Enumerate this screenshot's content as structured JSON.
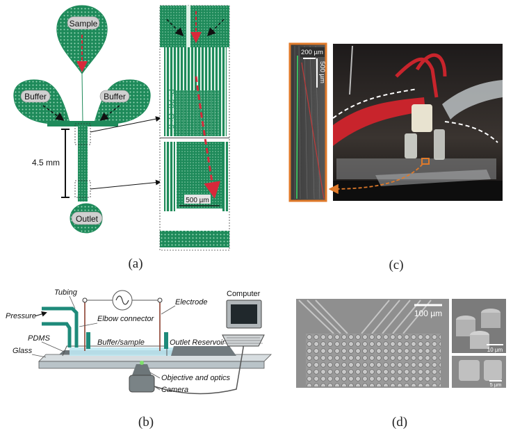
{
  "panel_a": {
    "labels": {
      "sample": "Sample",
      "buffer_left": "Buffer",
      "buffer_right": "Buffer",
      "outlet": "Outlet"
    },
    "length": "4.5 mm",
    "zoom_text": "P: 20. G: 6",
    "scale": "500 µm",
    "caption": "(a)"
  },
  "panel_b": {
    "labels": {
      "tubing": "Tubing",
      "pressure": "Pressure",
      "elbow": "Elbow connector",
      "electrode": "Electrode",
      "computer": "Computer",
      "pdms": "PDMS",
      "buffer_sample": "Buffer/sample",
      "outlet_reservoir": "Outlet Reservoir",
      "glass": "Glass",
      "objective": "Objective and optics",
      "camera": "Camera"
    },
    "caption": "(b)"
  },
  "panel_c": {
    "scale_h": "200 µm",
    "scale_v": "500 µm",
    "caption": "(c)"
  },
  "panel_d": {
    "scale_main": "100 µm",
    "scale_top": "10 µm",
    "scale_bottom": "5 µm",
    "caption": "(d)"
  },
  "colors": {
    "channel_green": "#1e8a5a",
    "arrow_red": "#d8283a",
    "tube_red": "#c0161e",
    "orange_frame": "#e07a2a"
  }
}
